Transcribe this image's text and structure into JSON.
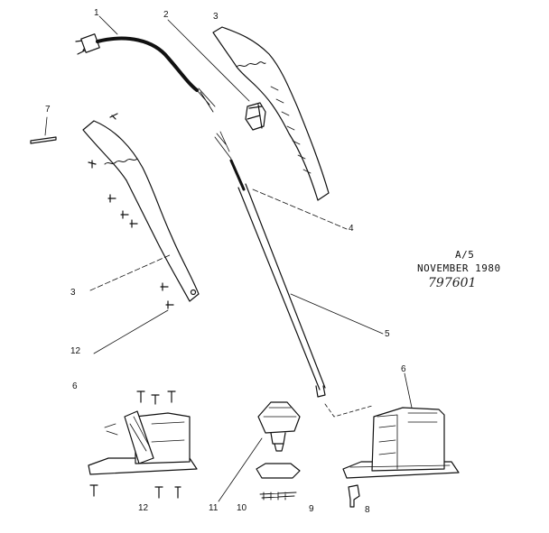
{
  "callouts": {
    "c1": "1",
    "c2": "2",
    "c3_top": "3",
    "c7": "7",
    "c4": "4",
    "c3_left": "3",
    "c5": "5",
    "c12_mid": "12",
    "c6_left": "6",
    "c6_right": "6",
    "c12_bottom": "12",
    "c11": "11",
    "c10": "10",
    "c9": "9",
    "c8": "8"
  },
  "stamp": {
    "line1": "A/5",
    "line2": "NOVEMBER 1980",
    "handwritten": "797601"
  },
  "colors": {
    "ink": "#111111",
    "paper": "#ffffff"
  }
}
